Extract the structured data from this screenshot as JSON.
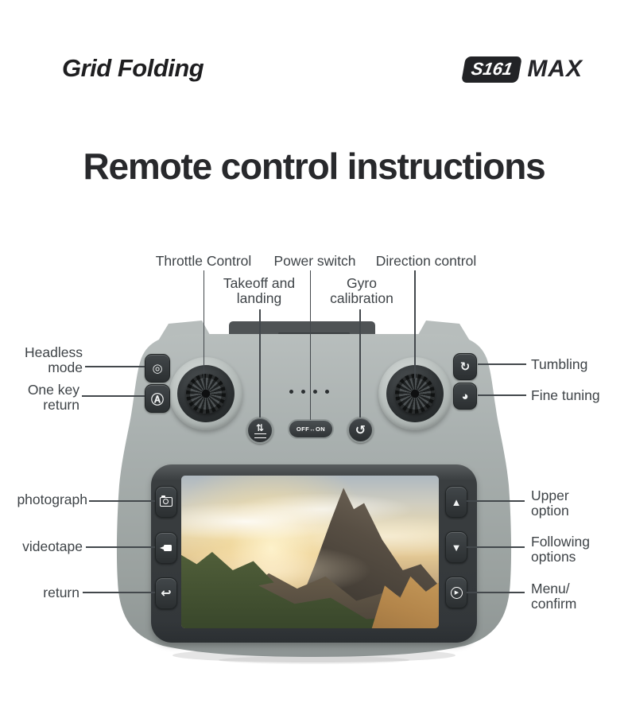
{
  "header": {
    "brand": "Grid Folding",
    "model": "S161",
    "model_suffix": "MAX"
  },
  "title": "Remote control instructions",
  "labels": {
    "throttle_control": "Throttle Control",
    "power_switch": "Power switch",
    "direction_control": "Direction control",
    "takeoff_landing": "Takeoff and\nlanding",
    "gyro_calibration": "Gyro\ncalibration",
    "headless_mode": "Headless\nmode",
    "one_key_return": "One key\nreturn",
    "tumbling": "Tumbling",
    "fine_tuning": "Fine tuning",
    "photograph": "photograph",
    "videotape": "videotape",
    "return": "return",
    "upper_option": "Upper\noption",
    "following_options": "Following\noptions",
    "menu_confirm": "Menu/\nconfirm"
  },
  "device": {
    "power_switch_text": "OFF↔ON",
    "status_led_count": 4,
    "screen_scene": "sunlit mountain peaks above a sea of clouds",
    "icons": {
      "headless_mode": "◎",
      "one_key_return": "Ⓐ",
      "tumbling": "↻",
      "fine_tuning": "◕",
      "takeoff_landing": "⇅",
      "gyro_calibration": "↺",
      "return": "↩",
      "upper_option": "▲",
      "following_options": "▼",
      "menu_confirm": "▶"
    }
  },
  "colors": {
    "body_gray": "#a9b0af",
    "bezel_dark": "#34383b",
    "button_dark": "#2e3234",
    "label_text": "#3e4347",
    "heading_text": "#28292c",
    "badge_bg": "#222326"
  }
}
